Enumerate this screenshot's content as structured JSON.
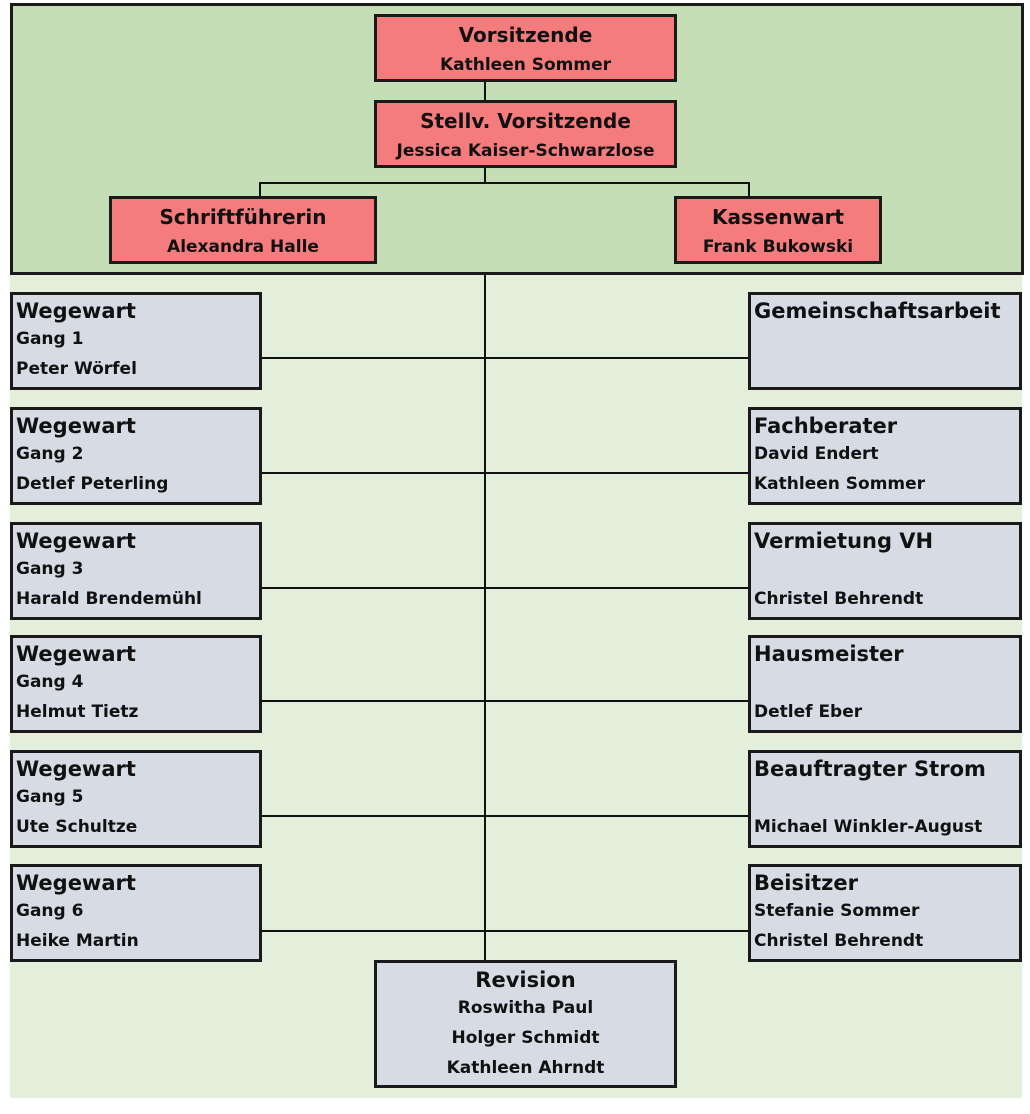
{
  "board": {
    "chair": {
      "title": "Vorsitzende",
      "name": "Kathleen Sommer"
    },
    "deputy": {
      "title": "Stellv. Vorsitzende",
      "name": "Jessica Kaiser-Schwarzlose"
    },
    "secretary": {
      "title": "Schriftführerin",
      "name": "Alexandra Halle"
    },
    "treasurer": {
      "title": "Kassenwart",
      "name": "Frank Bukowski"
    }
  },
  "left": [
    {
      "title": "Wegewart",
      "lines": [
        "Gang 1",
        "Peter Wörfel"
      ]
    },
    {
      "title": "Wegewart",
      "lines": [
        "Gang 2",
        "Detlef Peterling"
      ]
    },
    {
      "title": "Wegewart",
      "lines": [
        "Gang 3",
        "Harald Brendemühl"
      ]
    },
    {
      "title": "Wegewart",
      "lines": [
        "Gang 4",
        "Helmut Tietz"
      ]
    },
    {
      "title": "Wegewart",
      "lines": [
        "Gang 5",
        "Ute Schultze"
      ]
    },
    {
      "title": "Wegewart",
      "lines": [
        "Gang 6",
        "Heike Martin"
      ]
    }
  ],
  "right": [
    {
      "title": "Gemeinschaftsarbeit",
      "lines": [
        "",
        ""
      ]
    },
    {
      "title": "Fachberater",
      "lines": [
        "David Endert",
        "Kathleen Sommer"
      ]
    },
    {
      "title": "Vermietung VH",
      "lines": [
        "",
        "Christel Behrendt"
      ]
    },
    {
      "title": "Hausmeister",
      "lines": [
        "",
        "Detlef Eber"
      ]
    },
    {
      "title": "Beauftragter Strom",
      "lines": [
        "",
        "Michael Winkler-August"
      ]
    },
    {
      "title": "Beisitzer",
      "lines": [
        "Stefanie Sommer",
        "Christel Behrendt"
      ]
    }
  ],
  "revision": {
    "title": "Revision",
    "lines": [
      "Roswitha Paul",
      "Holger Schmidt",
      "Kathleen Ahrndt"
    ]
  },
  "colors": {
    "board_bg": "#c5deb5",
    "page_bg": "#e3efdb",
    "board_box": "#f47c7c",
    "member_box": "#d7dce4"
  }
}
